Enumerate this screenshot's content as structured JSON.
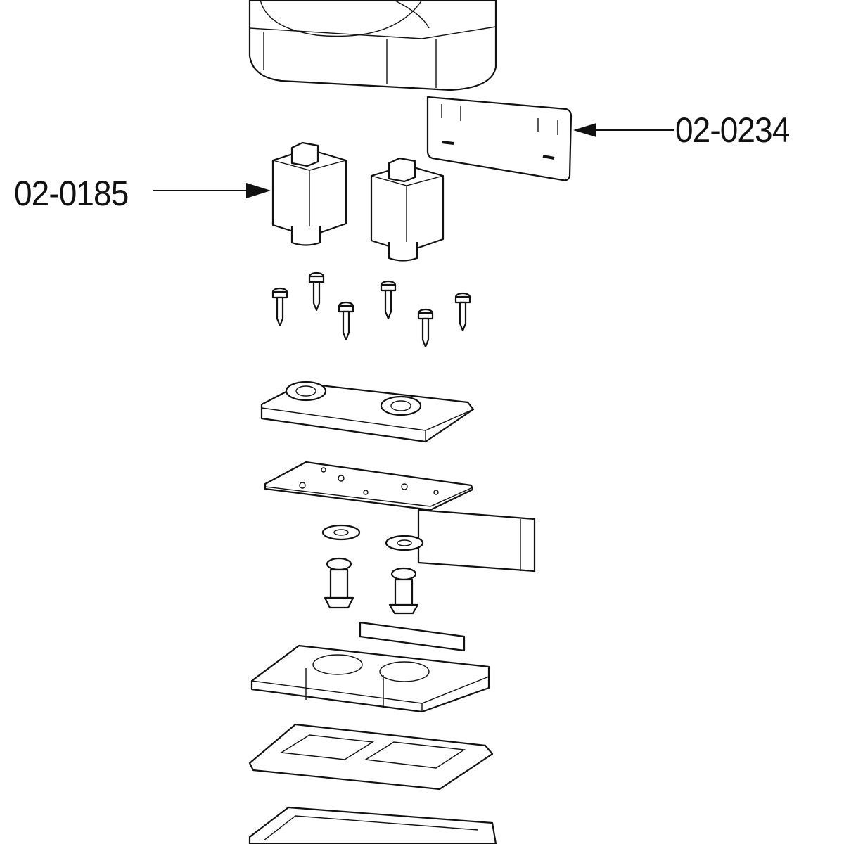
{
  "diagram": {
    "callouts": [
      {
        "label": "02-0234",
        "target": "cover-plate"
      },
      {
        "label": "02-0185",
        "target": "solenoid-coil"
      }
    ],
    "colors": {
      "line": "#111111",
      "background": "#ffffff"
    }
  }
}
